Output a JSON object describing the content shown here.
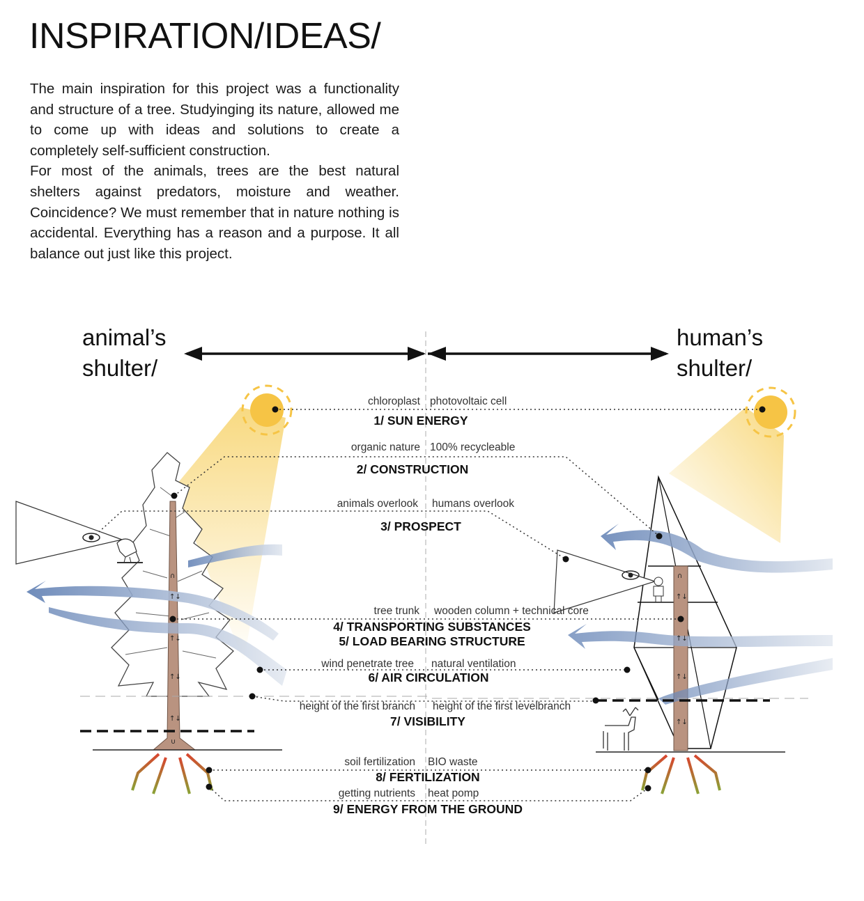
{
  "title": "INSPIRATION/IDEAS/",
  "intro": {
    "p1": "The main inspiration for this project was a functionality and structure of a tree. Studyinging its nature, allowed me to come up with ideas and solutions to create a completely self-sufficient construction.",
    "p2": "For most of the animals, trees are the best natural shelters against predators, moisture and weather. Coincidence? We must remember that in nature nothing is accidental. Everything has a reason and a purpose. It all balance out just like this project."
  },
  "sides": {
    "left": {
      "line1": "animal’s",
      "line2": "shulter/"
    },
    "right": {
      "line1": "human’s",
      "line2": "shulter/"
    }
  },
  "rows": [
    {
      "left": "chloroplast",
      "right": "photovoltaic cell",
      "title": "1/ SUN ENERGY"
    },
    {
      "left": "organic nature",
      "right": "100% recycleable",
      "title": "2/ CONSTRUCTION"
    },
    {
      "left": "animals overlook",
      "right": "humans overlook",
      "title": "3/ PROSPECT"
    },
    {
      "left": "tree trunk",
      "right": "wooden column + technical core",
      "title": "4/ TRANSPORTING SUBSTANCES",
      "title2": "5/ LOAD BEARING STRUCTURE"
    },
    {
      "left": "wind penetrate tree",
      "right": "natural ventilation",
      "title": "6/ AIR CIRCULATION"
    },
    {
      "left": "height of the first branch",
      "right": "height of the first levelbranch",
      "title": "7/ VISIBILITY"
    },
    {
      "left": "soil fertilization",
      "right": "BIO waste",
      "title": "8/ FERTILIZATION"
    },
    {
      "left": "getting nutrients",
      "right": "heat pomp",
      "title": "9/ ENERGY FROM THE GROUND"
    }
  ],
  "colors": {
    "sun": "#f6c445",
    "sun_ray": "#f7d36b",
    "trunk": "#b99380",
    "wind": "#5f7fb3",
    "root_red": "#d8462f",
    "root_green": "#8aa236"
  },
  "icons": [
    "sun-icon",
    "eye-icon",
    "bird-icon",
    "deer-icon",
    "person-icon",
    "root-arrows-icon",
    "wind-arrow-icon"
  ]
}
